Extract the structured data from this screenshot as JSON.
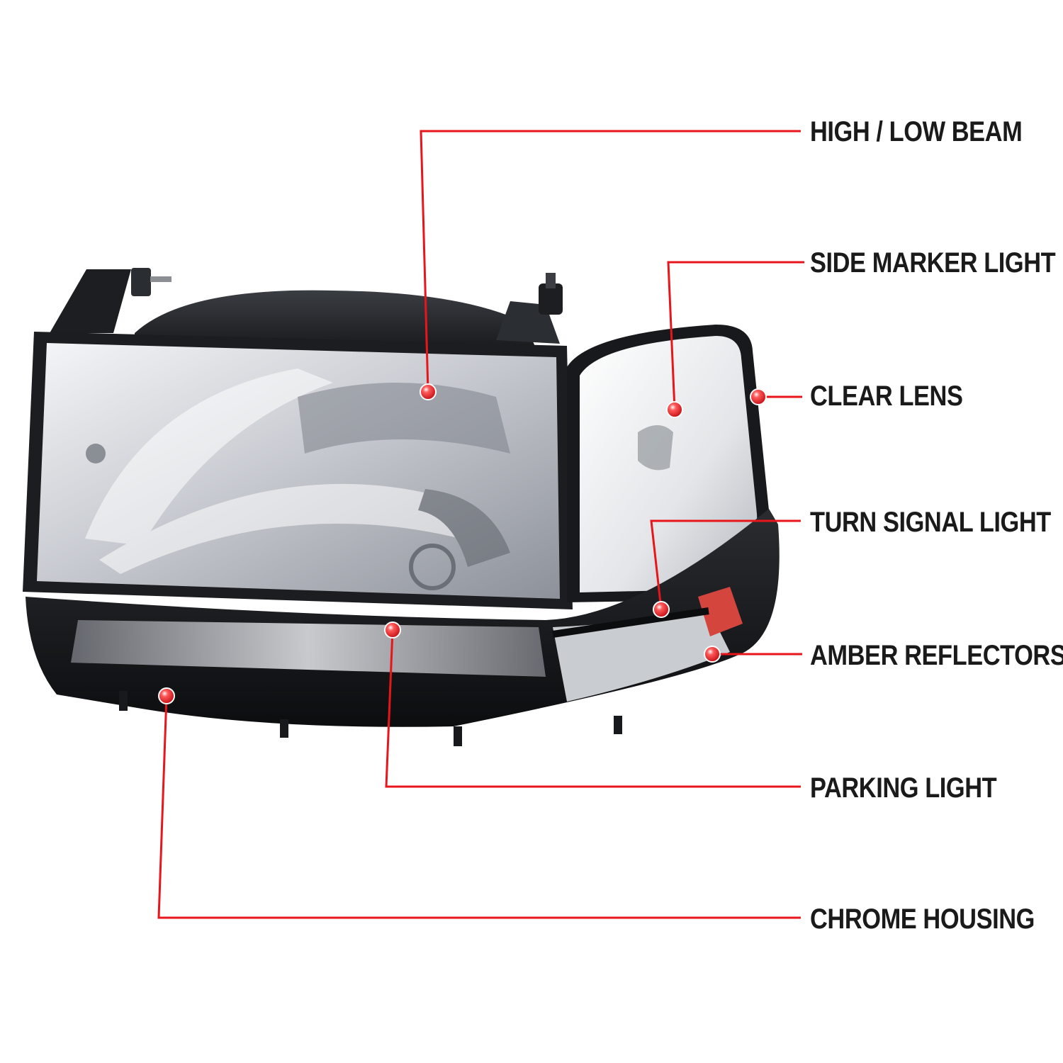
{
  "accent_color": "#e8161b",
  "callouts": [
    {
      "id": "high-low-beam",
      "label": "HIGH / LOW BEAM"
    },
    {
      "id": "side-marker-light",
      "label": "SIDE MARKER LIGHT"
    },
    {
      "id": "clear-lens",
      "label": "CLEAR LENS"
    },
    {
      "id": "turn-signal-light",
      "label": "TURN SIGNAL LIGHT"
    },
    {
      "id": "amber-reflectors",
      "label": "AMBER REFLECTORS"
    },
    {
      "id": "parking-light",
      "label": "PARKING LIGHT"
    },
    {
      "id": "chrome-housing",
      "label": "CHROME HOUSING"
    }
  ]
}
